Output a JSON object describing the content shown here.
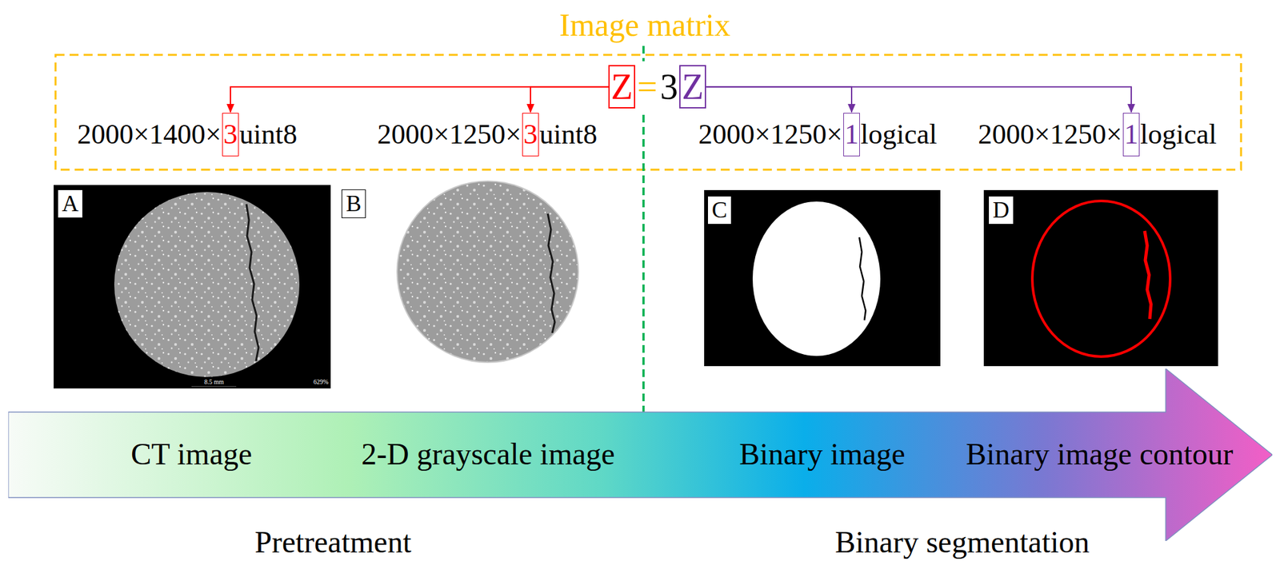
{
  "diagram": {
    "title": "Image matrix",
    "nodes": [
      {
        "text": [
          "Z"
        ]
      },
      {
        "text": [
          "Z"
        ]
      },
      {
        "text": [
          "3"
        ]
      },
      {
        "text": [
          "3"
        ]
      },
      {
        "text": [
          "1"
        ]
      },
      {
        "text": [
          "1"
        ]
      },
      {
        "text": [
          "A"
        ]
      },
      {
        "text": [
          "B"
        ]
      },
      {
        "text": [
          "C"
        ]
      },
      {
        "text": [
          "D"
        ]
      },
      {
        "text": [
          "CT image",
          "2-D grayscale image",
          "Binary image",
          "Binary image contour"
        ]
      }
    ],
    "edges": [
      {
        "from": 0,
        "to": 2,
        "arrow": "to"
      },
      {
        "from": 0,
        "to": 3,
        "arrow": "to"
      },
      {
        "from": 1,
        "to": 4,
        "arrow": "to"
      },
      {
        "from": 1,
        "to": 5,
        "arrow": "to"
      }
    ],
    "labels": [
      "=",
      "3",
      "2000×1400×",
      "uint8",
      "2000×1250×",
      "uint8",
      "2000×1250×",
      "logical",
      "2000×1250×",
      "logical",
      "8.5 mm",
      "629%",
      "Pretreatment",
      "Binary segmentation"
    ]
  }
}
